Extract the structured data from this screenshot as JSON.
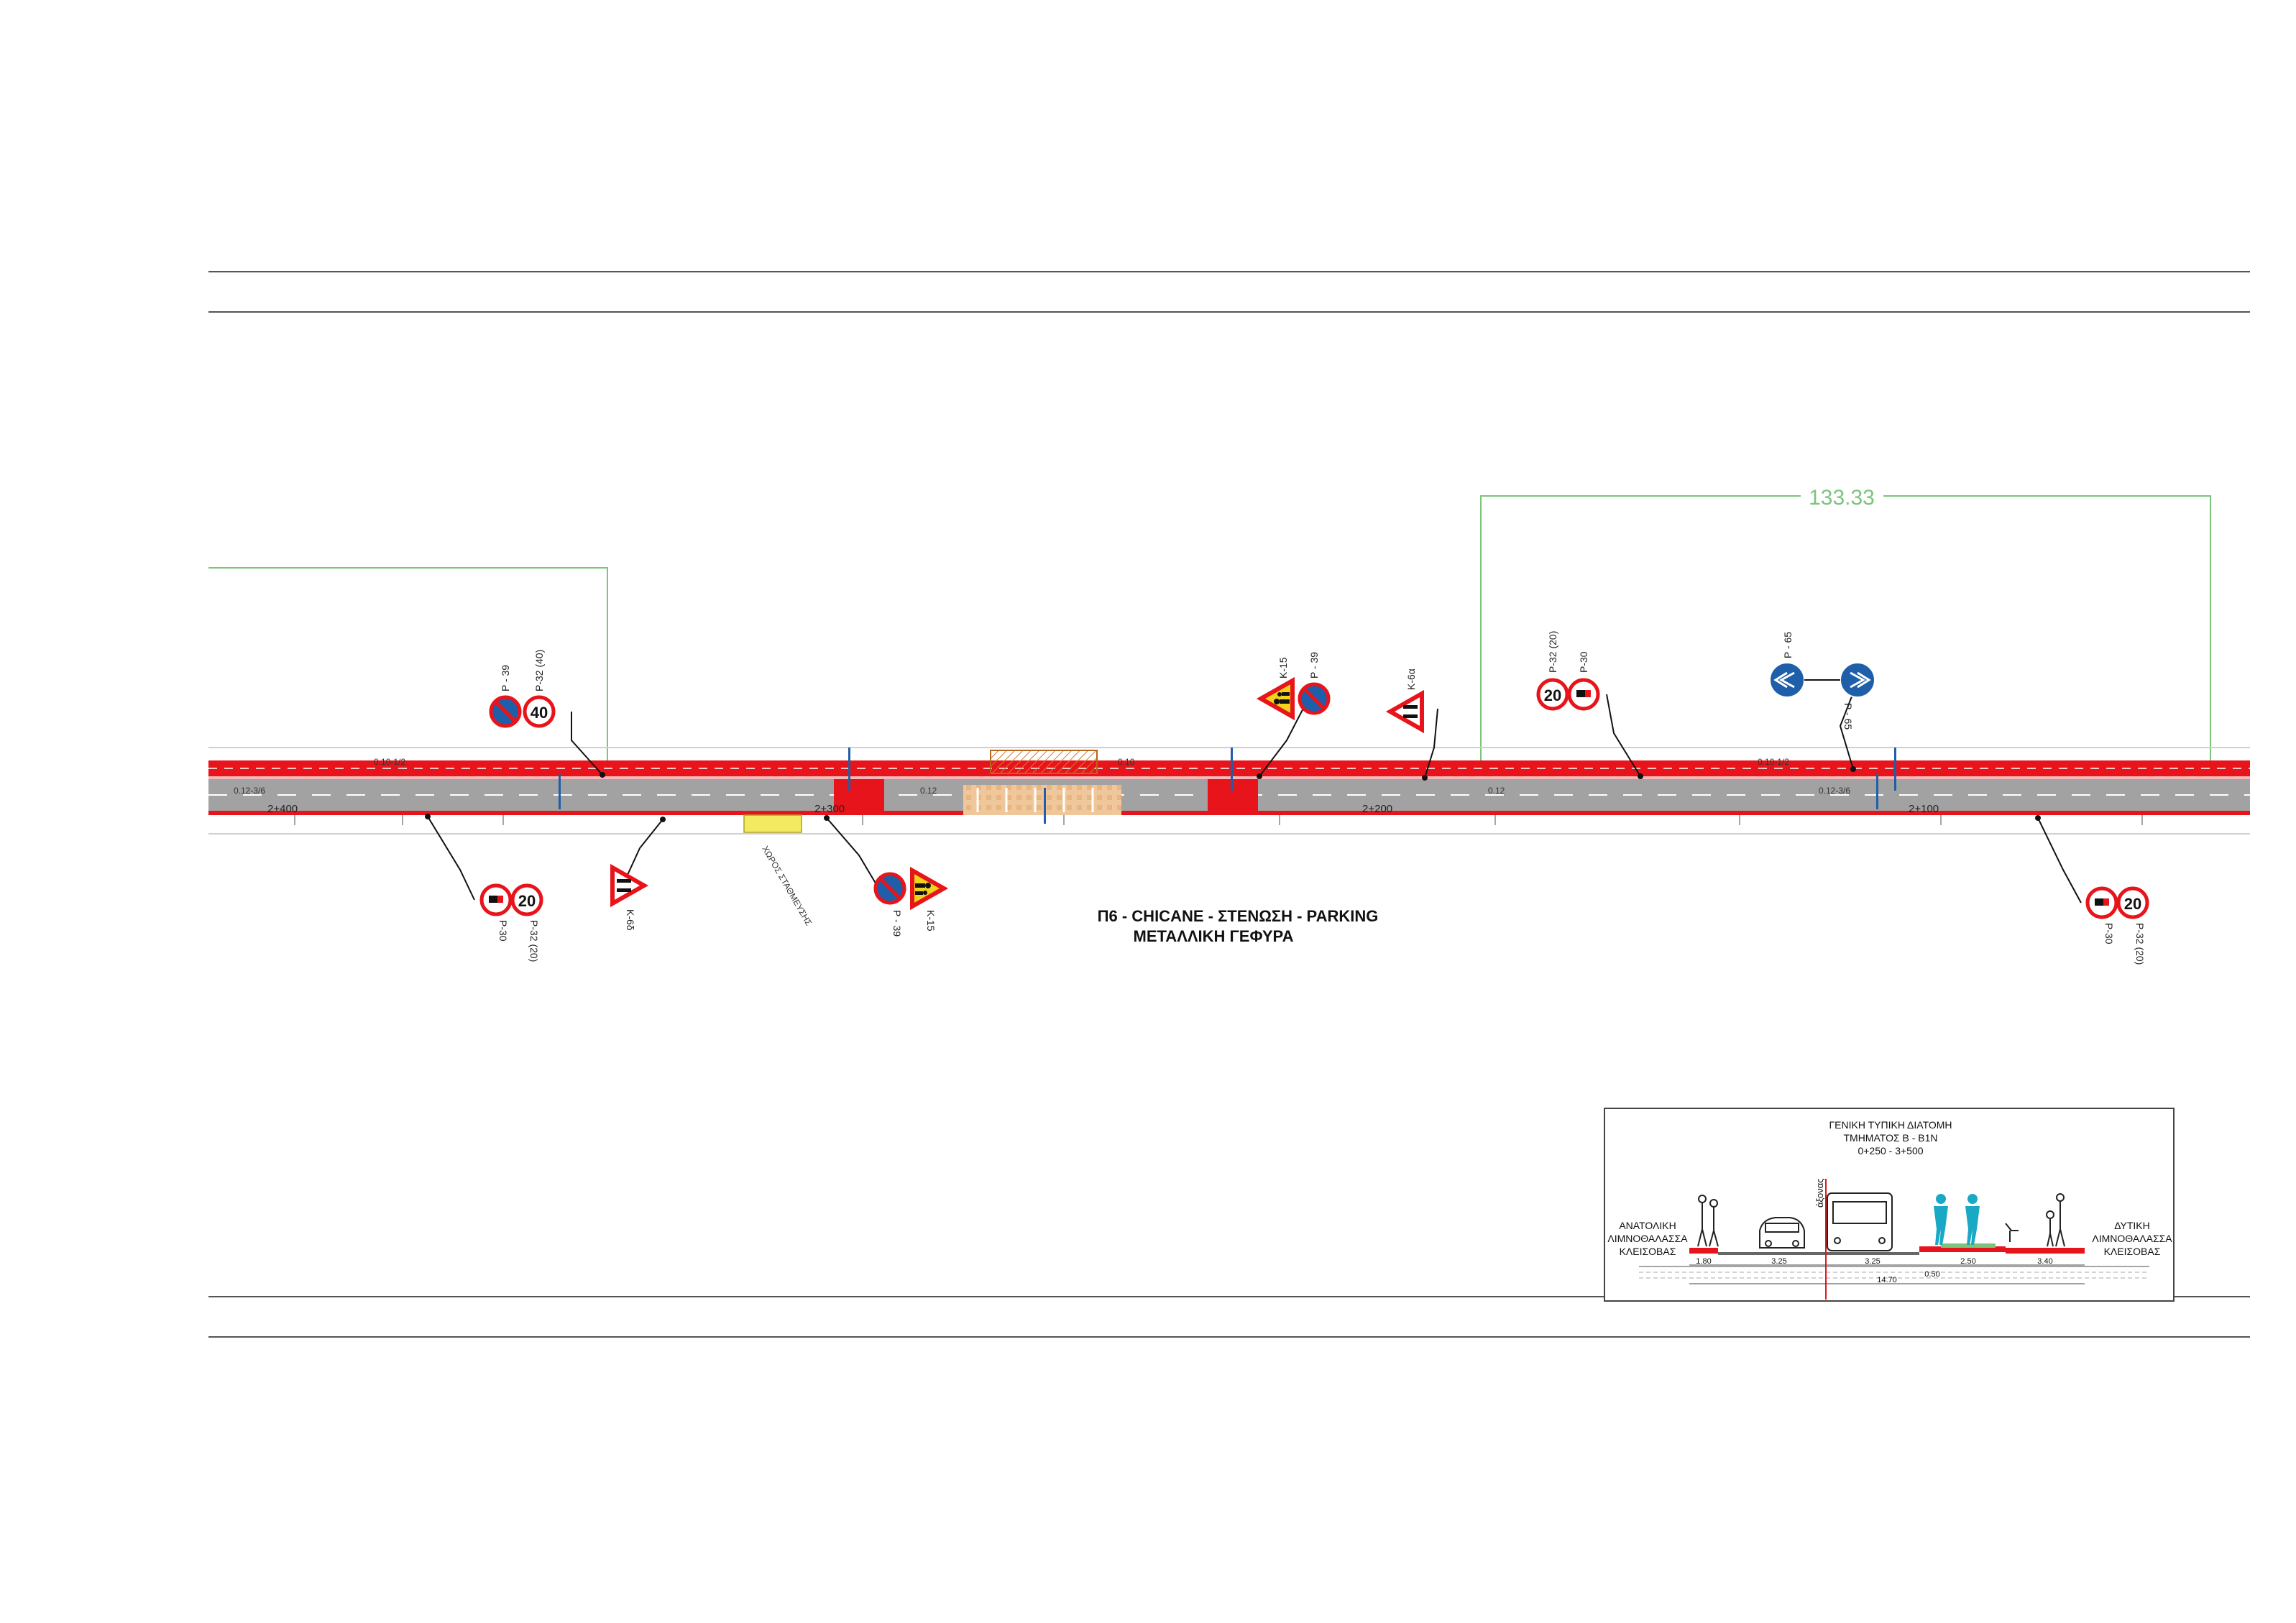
{
  "dimension": {
    "value": "133.33",
    "color": "#7cc47c"
  },
  "title": {
    "line1": "Π6 - CHICANE - ΣΤΕΝΩΣΗ - PARKING",
    "line2": "ΜΕΤΑΛΛΙΚΗ ΓΕΦΥΡΑ"
  },
  "chainages": [
    "2+400",
    "2+300",
    "2+200",
    "2+100"
  ],
  "road_labels": {
    "width_a": "0.12-3/6",
    "width_b": "0.12",
    "width_c": "0.12",
    "width_d": "0.12-3/6",
    "top_a": "0.10-1/2",
    "top_b": "0.10",
    "top_c": "0.10-1/2",
    "parking_area": "ΧΩΡΟΣ ΣΤΑΘΜΕΥΣΗΣ"
  },
  "signs": {
    "s1": {
      "codes": [
        "Ρ - 39",
        "Ρ-32 (40)"
      ],
      "speed": "40"
    },
    "s2": {
      "codes": [
        "Ρ-30",
        "Ρ-32 (20)"
      ],
      "speed": "20"
    },
    "s3": {
      "codes": [
        "Κ-6δ"
      ]
    },
    "s4": {
      "codes": [
        "Ρ - 39",
        "Κ-15"
      ]
    },
    "s5": {
      "codes": [
        "Κ-15",
        "Ρ - 39"
      ]
    },
    "s6": {
      "codes": [
        "Κ-6α"
      ]
    },
    "s7": {
      "codes": [
        "Ρ-32 (20)",
        "Ρ-30"
      ],
      "speed": "20"
    },
    "s8": {
      "codes": [
        "Ρ - 65",
        "Ρ - 65"
      ]
    },
    "s9": {
      "codes": [
        "Ρ-30",
        "Ρ-32 (20)"
      ],
      "speed": "20"
    }
  },
  "section": {
    "title1": "ΓΕΝΙΚΗ ΤΥΠΙΚΗ ΔΙΑΤΟΜΗ",
    "title2": "ΤΜΗΜΑΤΟΣ Β - Β1Ν",
    "title3": "0+250 - 3+500",
    "left_label": [
      "ΑΝΑΤΟΛΙΚΗ",
      "ΛΙΜΝΟΘΑΛΑΣΣΑ",
      "ΚΛΕΙΣΟΒΑΣ"
    ],
    "right_label": [
      "ΔΥΤΙΚΗ",
      "ΛΙΜΝΟΘΑΛΑΣΣΑ",
      "ΚΛΕΙΣΟΒΑΣ"
    ],
    "axis": "άξονας",
    "dims": [
      "1.80",
      "3.25",
      "3.25",
      "0.50",
      "2.50",
      "3.40"
    ],
    "total": "14.70"
  },
  "colors": {
    "red": "#e8141b",
    "asphalt": "#a2a2a2",
    "blue": "#1f5ea8",
    "cyan": "#1aa9c4"
  }
}
